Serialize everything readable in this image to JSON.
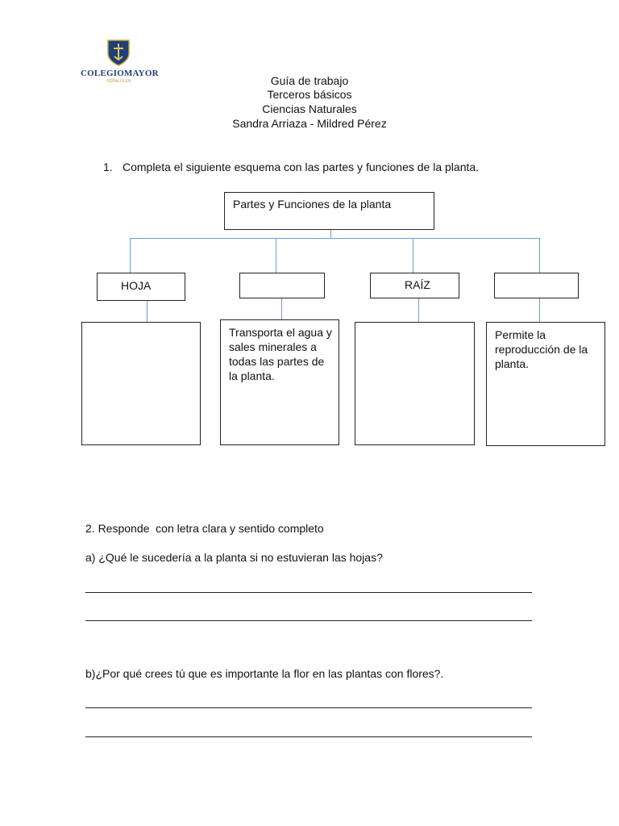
{
  "header": {
    "logo_text": "COLEGIOMAYOR",
    "logo_subtext": "PEÑALOLÉN",
    "lines": [
      "Guía de trabajo",
      "Terceros básicos",
      "Ciencias Naturales",
      "Sandra Arriaza - Mildred Pérez"
    ]
  },
  "question1": {
    "number": "1.",
    "text": "Completa el siguiente esquema con las partes y funciones de la planta."
  },
  "diagram": {
    "root": "Partes y Funciones de la planta",
    "parts": [
      "HOJA",
      "",
      "RAÍZ",
      ""
    ],
    "functions": [
      "",
      "Transporta el agua y sales minerales a todas las partes de la planta.",
      "",
      "Permite la reproducción de la planta."
    ]
  },
  "question2": {
    "title": "2. Responde  con letra clara y sentido completo",
    "a": "a) ¿Qué le sucedería a la planta si no estuvieran las hojas?",
    "b": "b)¿Por qué crees tú que es importante la flor en las plantas con flores?."
  }
}
